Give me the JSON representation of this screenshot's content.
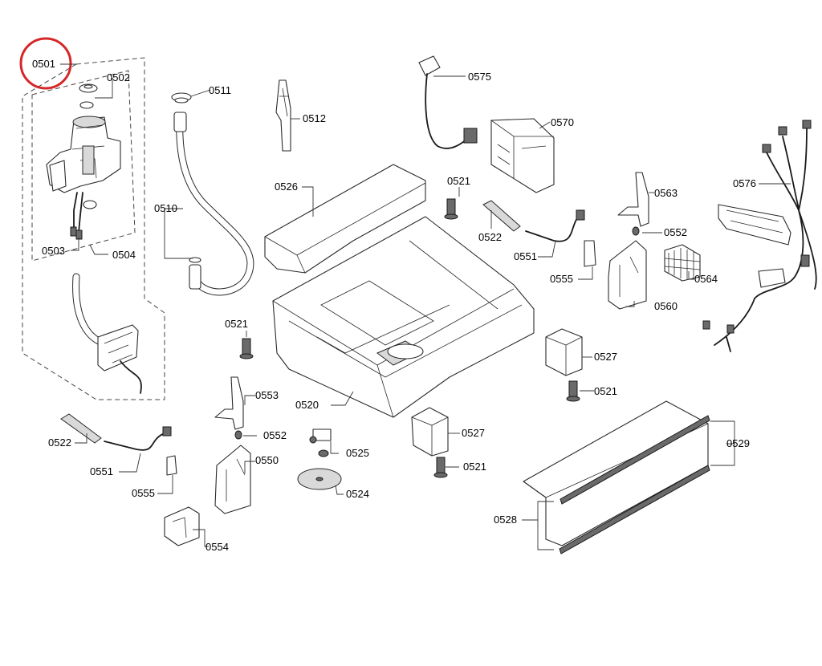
{
  "highlight_color": "#d62728",
  "highlighted_part": "0501",
  "labels": {
    "p0501": "0501",
    "p0502": "0502",
    "p0503": "0503",
    "p0504": "0504",
    "p0510": "0510",
    "p0511": "0511",
    "p0512": "0512",
    "p0520": "0520",
    "p0521_a": "0521",
    "p0521_b": "0521",
    "p0521_c": "0521",
    "p0521_d": "0521",
    "p0522_a": "0522",
    "p0522_b": "0522",
    "p0524": "0524",
    "p0525": "0525",
    "p0526": "0526",
    "p0527_a": "0527",
    "p0527_b": "0527",
    "p0528": "0528",
    "p0529": "0529",
    "p0550": "0550",
    "p0551_a": "0551",
    "p0551_b": "0551",
    "p0552_a": "0552",
    "p0552_b": "0552",
    "p0553": "0553",
    "p0554": "0554",
    "p0555_a": "0555",
    "p0555_b": "0555",
    "p0560": "0560",
    "p0563": "0563",
    "p0564": "0564",
    "p0570": "0570",
    "p0575": "0575",
    "p0576": "0576"
  }
}
